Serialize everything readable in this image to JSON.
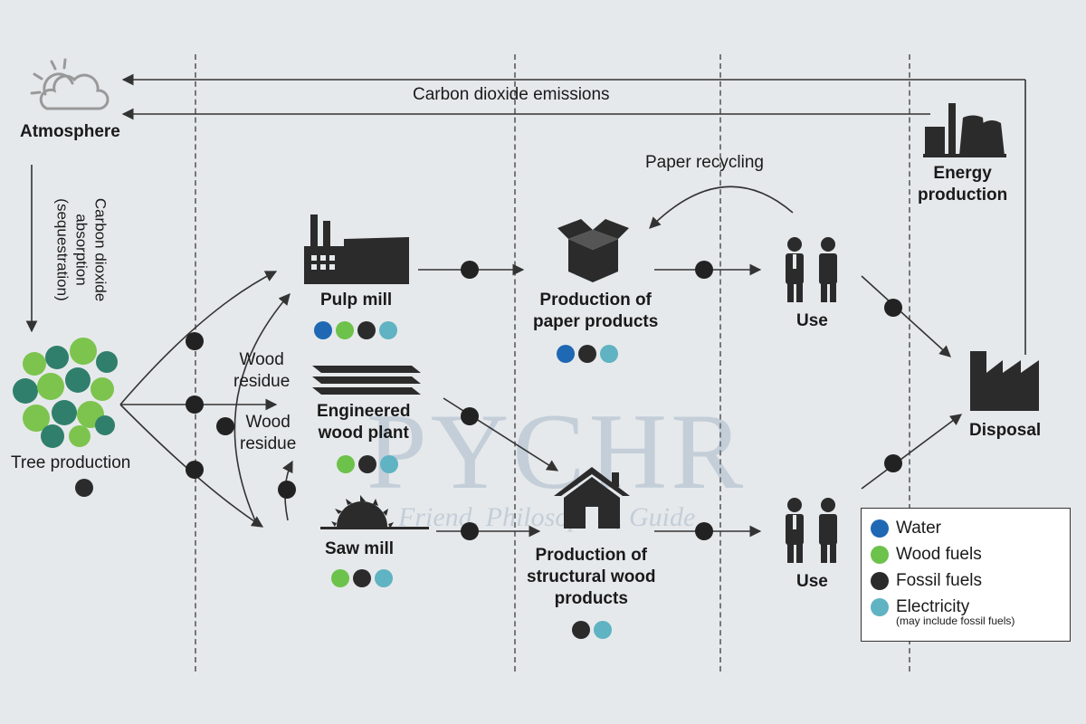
{
  "colors": {
    "water": "#1f68b4",
    "wood_fuels": "#6cc24a",
    "fossil_fuels": "#2b2b2b",
    "electricity": "#5fb3c2",
    "tree_dark": "#2f7f6c",
    "tree_light": "#7cc44e",
    "arrow": "#333333",
    "background": "#e6e9eb"
  },
  "labels": {
    "atmosphere": "Atmosphere",
    "co2_emissions": "Carbon dioxide emissions",
    "co2_absorption_line1": "Carbon dioxide",
    "co2_absorption_line2": "absorption",
    "co2_absorption_line3": "(sequestration)",
    "tree_production": "Tree production",
    "pulp_mill": "Pulp mill",
    "engineered_line1": "Engineered",
    "engineered_line2": "wood plant",
    "saw_mill": "Saw mill",
    "wood_residue_1_line1": "Wood",
    "wood_residue_1_line2": "residue",
    "wood_residue_2_line1": "Wood",
    "wood_residue_2_line2": "residue",
    "paper_products_line1": "Production of",
    "paper_products_line2": "paper products",
    "structural_line1": "Production of",
    "structural_line2": "structural wood",
    "structural_line3": "products",
    "paper_recycling": "Paper recycling",
    "use_top": "Use",
    "use_bottom": "Use",
    "energy_line1": "Energy",
    "energy_line2": "production",
    "disposal": "Disposal"
  },
  "icons": [
    "sun-cloud-icon",
    "tree-cluster-icon",
    "factory-icon",
    "stacked-boards-icon",
    "saw-blade-icon",
    "open-box-icon",
    "house-icon",
    "people-icon",
    "power-plant-icon",
    "disposal-factory-icon"
  ],
  "resource_dots": {
    "tree_production": [
      "fossil_fuels"
    ],
    "pulp_mill": [
      "water",
      "wood_fuels",
      "fossil_fuels",
      "electricity"
    ],
    "engineered_wood_plant": [
      "wood_fuels",
      "fossil_fuels",
      "electricity"
    ],
    "saw_mill": [
      "wood_fuels",
      "fossil_fuels",
      "electricity"
    ],
    "paper_products": [
      "water",
      "fossil_fuels",
      "electricity"
    ],
    "structural_wood_products": [
      "fossil_fuels",
      "electricity"
    ]
  },
  "legend": {
    "items": [
      {
        "key": "water",
        "label": "Water"
      },
      {
        "key": "wood_fuels",
        "label": "Wood fuels"
      },
      {
        "key": "fossil_fuels",
        "label": "Fossil fuels"
      },
      {
        "key": "electricity",
        "label": "Electricity"
      }
    ],
    "note": "(may include fossil fuels)"
  },
  "watermark": {
    "brand": "PYCHR",
    "tagline": "Friend, Philosopher, Guide"
  }
}
